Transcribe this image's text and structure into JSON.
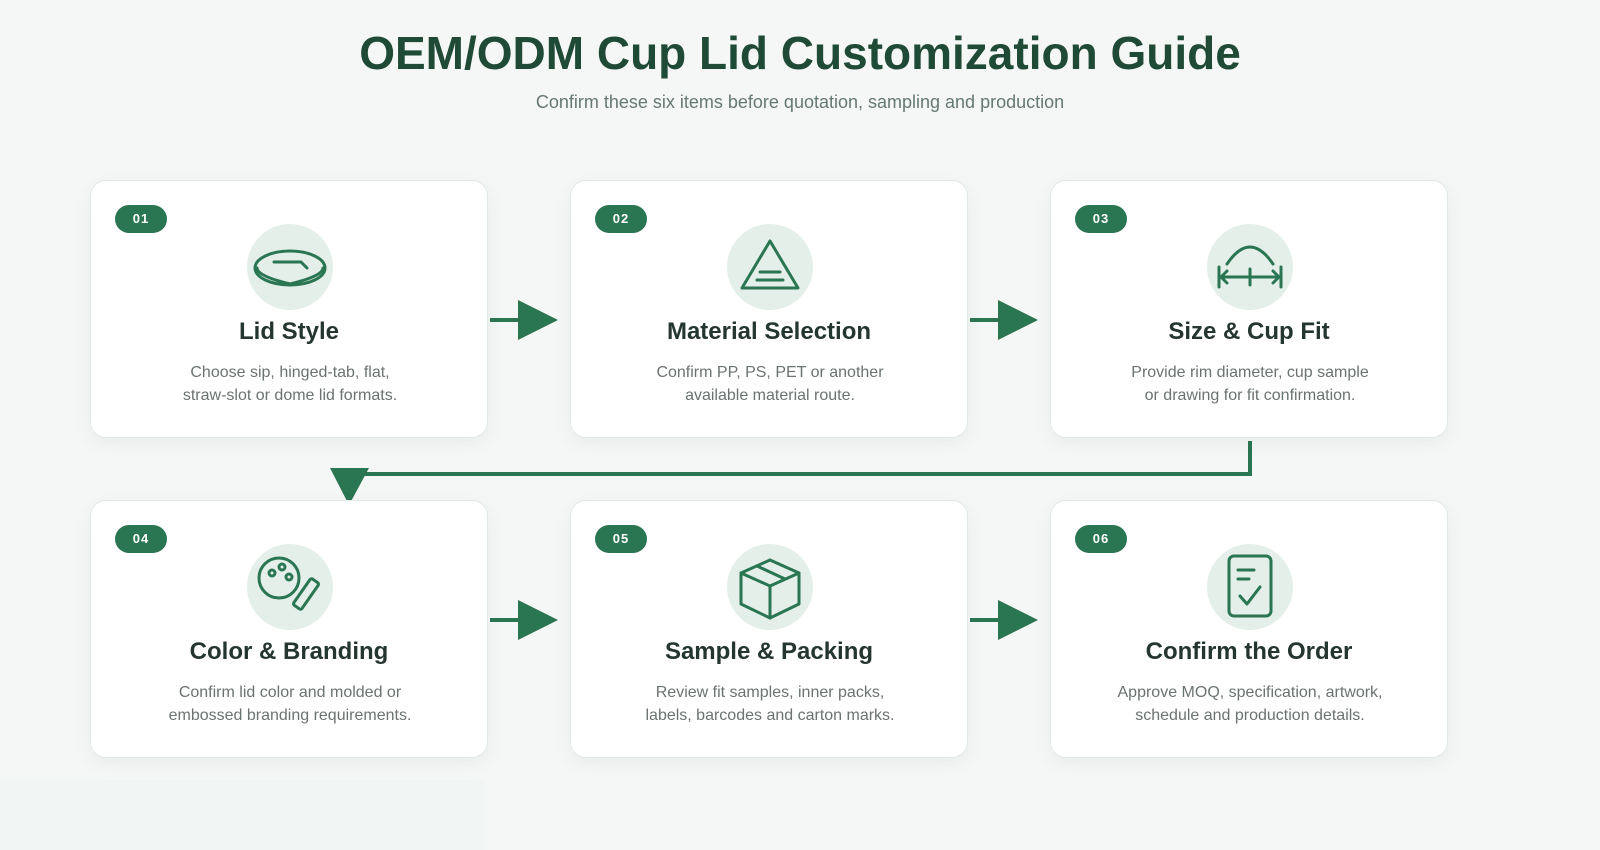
{
  "header": {
    "title": "OEM/ODM Cup Lid Customization Guide",
    "subtitle": "Confirm these six items before quotation, sampling and production"
  },
  "steps": [
    {
      "number": "01",
      "title": "Lid Style",
      "desc_line1": "Choose sip, hinged-tab, flat,",
      "desc_line2": "straw-slot or dome lid formats.",
      "icon": "lid-icon"
    },
    {
      "number": "02",
      "title": "Material Selection",
      "desc_line1": "Confirm PP, PS, PET or another",
      "desc_line2": "available material route.",
      "icon": "recycle-triangle-icon"
    },
    {
      "number": "03",
      "title": "Size & Cup Fit",
      "desc_line1": "Provide rim diameter, cup sample",
      "desc_line2": "or drawing for fit confirmation.",
      "icon": "measure-icon"
    },
    {
      "number": "04",
      "title": "Color & Branding",
      "desc_line1": "Confirm lid color and molded or",
      "desc_line2": "embossed branding requirements.",
      "icon": "palette-icon"
    },
    {
      "number": "05",
      "title": "Sample & Packing",
      "desc_line1": "Review fit samples, inner packs,",
      "desc_line2": "labels, barcodes and carton marks.",
      "icon": "box-icon"
    },
    {
      "number": "06",
      "title": "Confirm the Order",
      "desc_line1": "Approve MOQ, specification, artwork,",
      "desc_line2": "schedule and production details.",
      "icon": "checklist-icon"
    }
  ],
  "colors": {
    "accent": "#2a7552",
    "title": "#1f4a35",
    "icon_bg": "#e3efe8"
  }
}
